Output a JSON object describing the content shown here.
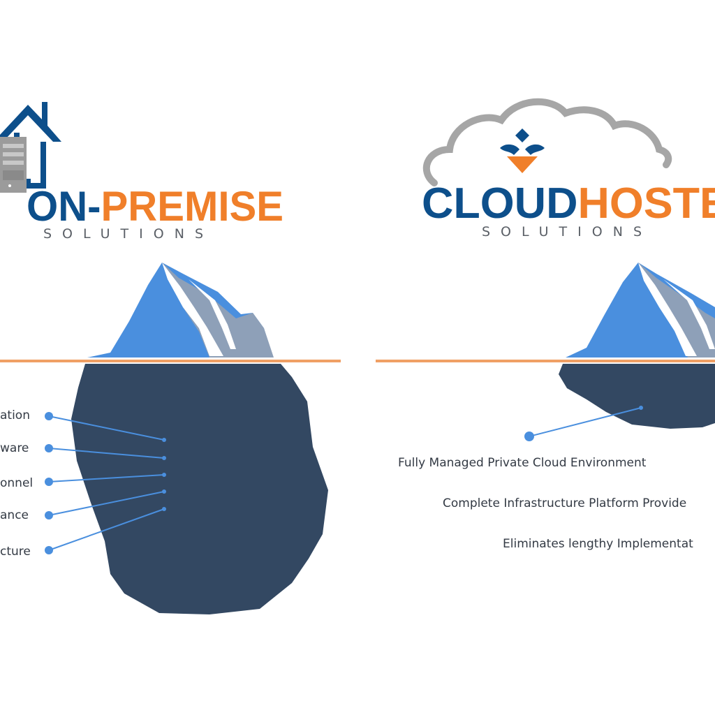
{
  "colors": {
    "navy": "#0d4f8b",
    "orange": "#f07f2a",
    "waterline": "#f0a065",
    "ice_blue": "#4a8fde",
    "ice_grey": "#8ea0b8",
    "ice_dark": "#334862",
    "snow": "#ffffff",
    "dot": "#4a8fde",
    "cloud_grey": "#a6a6a6",
    "server_grey": "#9b9b9b"
  },
  "left": {
    "logo": {
      "word_a": "ON-",
      "word_b": "PREMISE",
      "subtitle": "SOLUTIONS",
      "icon": "house-server-icon"
    },
    "labels": [
      "ation",
      "ware",
      "onnel",
      "ance",
      "cture"
    ]
  },
  "right": {
    "logo": {
      "word_a": "CLOUD",
      "word_b": "HOSTE",
      "subtitle": "SOLUTIONS",
      "icon": "cloud-diamond-icon"
    },
    "labels": [
      "Fully Managed Private Cloud Environment",
      "Complete Infrastructure Platform Provide",
      "Eliminates lengthy Implementat"
    ]
  }
}
